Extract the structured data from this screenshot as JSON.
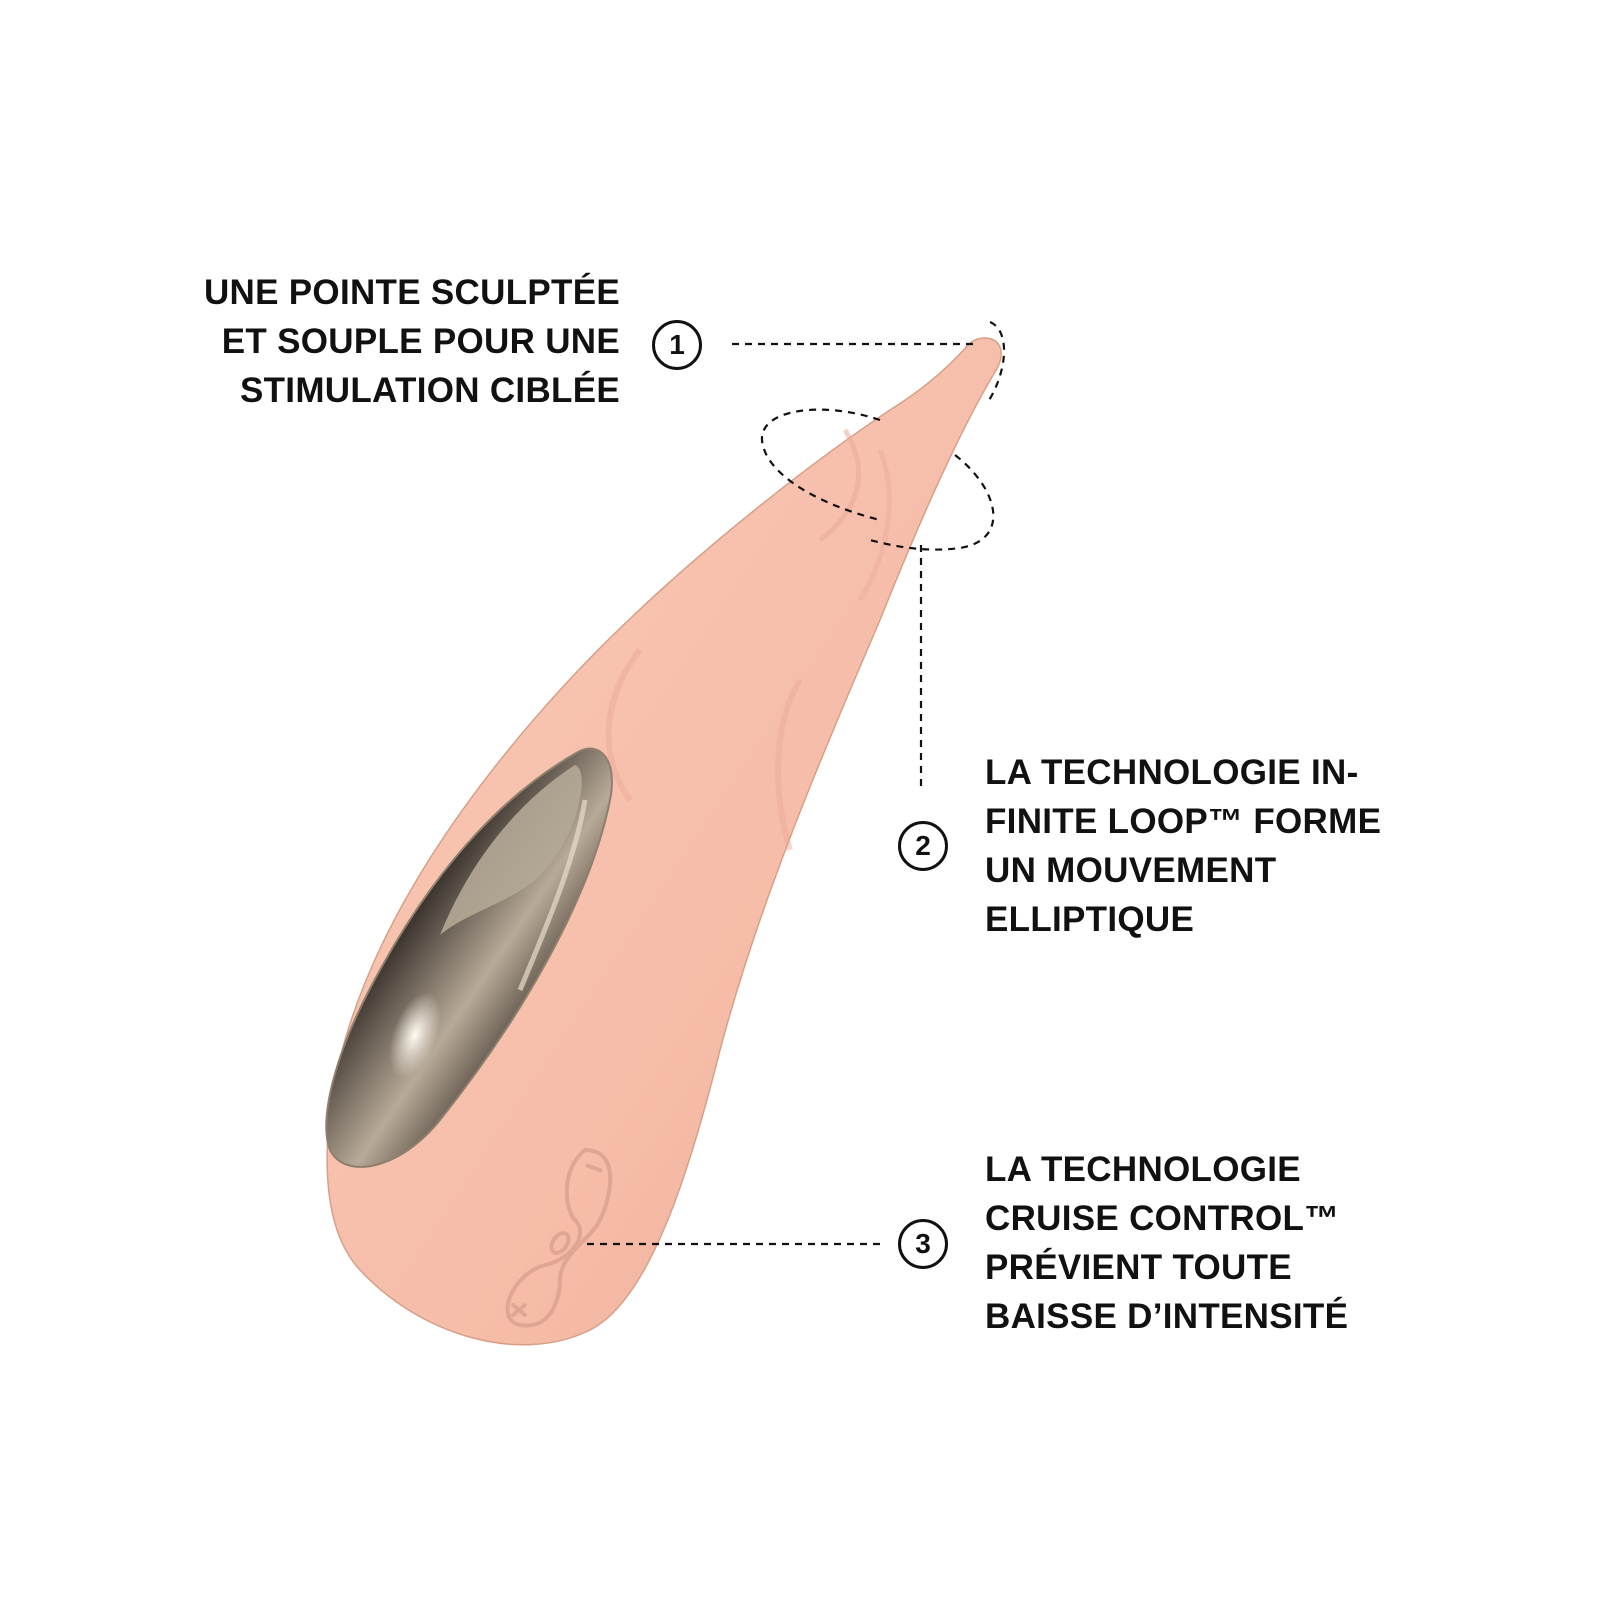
{
  "callouts": [
    {
      "number": "1",
      "text": "UNE POINTE SCULPTÉE\nET SOUPLE POUR UNE\nSTIMULATION CIBLÉE"
    },
    {
      "number": "2",
      "text": "LA TECHNOLOGIE IN-\nFINITE LOOP™ FORME\nUN MOUVEMENT\nELLIPTIQUE"
    },
    {
      "number": "3",
      "text": "LA TECHNOLOGIE\nCRUISE CONTROL™\nPRÉVIENT TOUTE\nBAISSE D’INTENSITÉ"
    }
  ],
  "product": {
    "name": "pink-pinpoint-massager",
    "body_color": "#f7c1ad",
    "body_shadow_color": "#e9a792",
    "insert_color": "#2b2622",
    "insert_highlight": "#b9ab99",
    "control_icons": [
      "minus-icon",
      "mode-icon",
      "plus-icon"
    ]
  },
  "colors": {
    "background": "#ffffff",
    "text": "#111111",
    "dash": "#111111"
  }
}
